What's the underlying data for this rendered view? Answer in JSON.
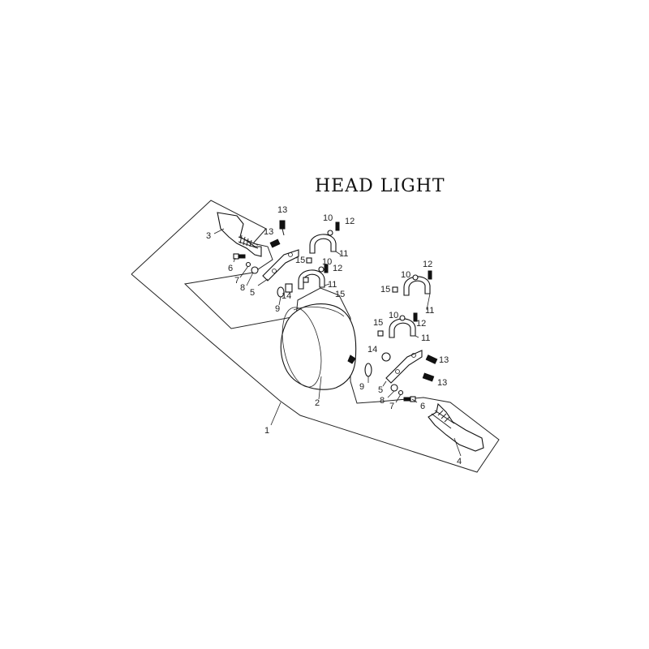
{
  "title": "HEAD LIGHT",
  "callouts": {
    "c1": "1",
    "c2": "2",
    "c3": "3",
    "c4": "4",
    "c5a": "5",
    "c5b": "5",
    "c6a": "6",
    "c6b": "6",
    "c7a": "7",
    "c7b": "7",
    "c8a": "8",
    "c8b": "8",
    "c9a": "9",
    "c9b": "9",
    "c10a": "10",
    "c10b": "10",
    "c10c": "10",
    "c10d": "10",
    "c11a": "11",
    "c11b": "11",
    "c11c": "11",
    "c11d": "11",
    "c12a": "12",
    "c12b": "12",
    "c12c": "12",
    "c12d": "12",
    "c13a": "13",
    "c13b": "13",
    "c13c": "13",
    "c13d": "13",
    "c14a": "14",
    "c14b": "14",
    "c15a": "15",
    "c15b": "15",
    "c15c": "15",
    "c15d": "15"
  }
}
